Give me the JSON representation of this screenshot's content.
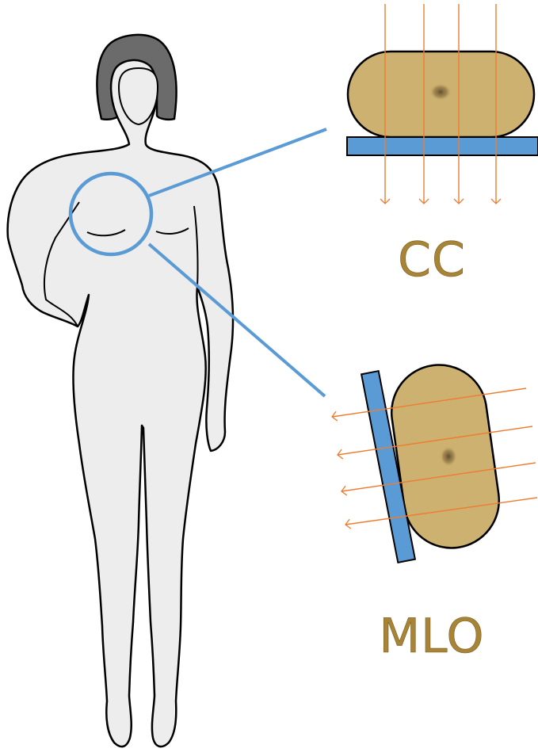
{
  "labels": {
    "cc": "CC",
    "mlo": "MLO"
  },
  "colors": {
    "breast_fill": "#CDB170",
    "plate": "#5B9BD5",
    "rays": "#ED7D31",
    "connector_lines": "#5B9BD5",
    "label_text": "#A88437",
    "figure_fill": "#EDEDED",
    "hair": "#666666"
  },
  "icons": {
    "figure": "female-body-outline-icon",
    "highlight": "breast-highlight-circle"
  }
}
